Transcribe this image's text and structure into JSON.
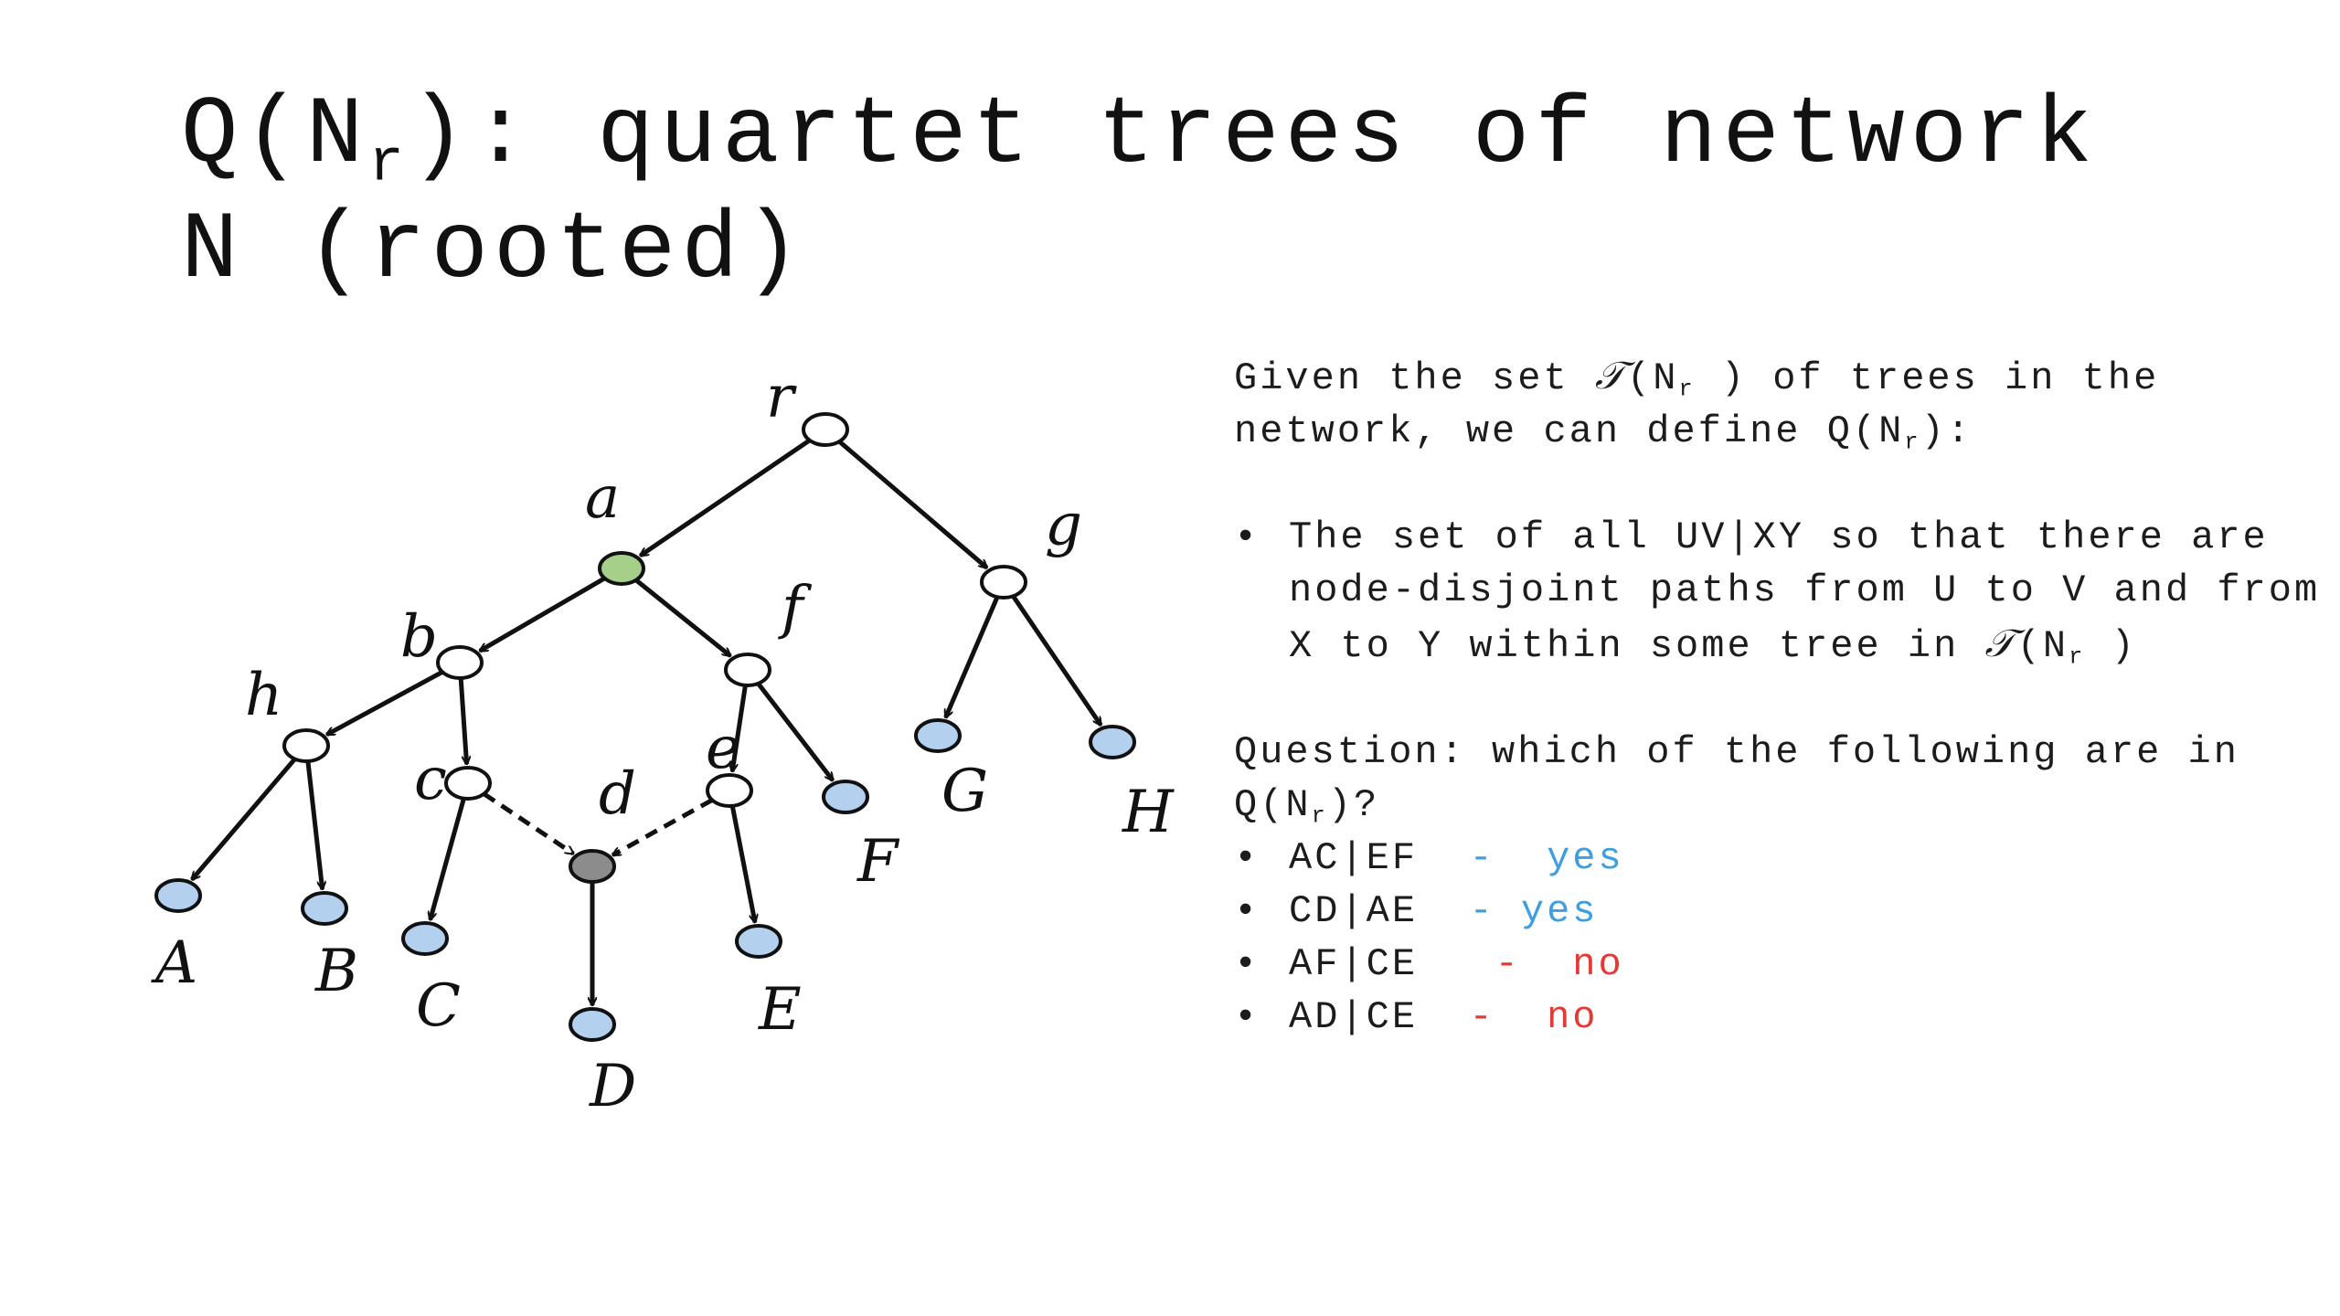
{
  "title": {
    "prefix": "Q(N",
    "sub": "r",
    "rest_line1": "): quartet trees of network",
    "line2": "N (rooted)"
  },
  "intro": {
    "p1_a": "Given the set ",
    "p1_T": "𝒯",
    "p1_b": "(N",
    "p1_sub": "r",
    "p1_c": " ) of trees in the network, we can define Q(N",
    "p1_sub2": "r",
    "p1_d": "):"
  },
  "bullet1": {
    "a": "The set of all  UV|XY so that there are node-disjoint paths from U to V and from X to Y within some tree in ",
    "T": "𝒯",
    "b": "(N",
    "sub": "r",
    "c": " )"
  },
  "question": {
    "a": "Question:  which of the following are in Q(N",
    "sub": "r",
    "b": ")?"
  },
  "answers": [
    {
      "q": "AC|EF",
      "sep": "  -  ",
      "ans": "yes",
      "kind": "yes"
    },
    {
      "q": "CD|AE",
      "sep": "  - ",
      "ans": "yes",
      "kind": "yes"
    },
    {
      "q": "AF|CE",
      "sep": "   -  ",
      "ans": "no",
      "kind": "no"
    },
    {
      "q": "AD|CE",
      "sep": "  -  ",
      "ans": "no",
      "kind": "no"
    }
  ],
  "diagram": {
    "nodes": [
      {
        "id": "r",
        "label": "r",
        "fill": "#ffffff"
      },
      {
        "id": "a",
        "label": "a",
        "fill": "#a6d08a"
      },
      {
        "id": "g",
        "label": "g",
        "fill": "#ffffff"
      },
      {
        "id": "b",
        "label": "b",
        "fill": "#ffffff"
      },
      {
        "id": "f",
        "label": "f",
        "fill": "#ffffff"
      },
      {
        "id": "h",
        "label": "h",
        "fill": "#ffffff"
      },
      {
        "id": "c",
        "label": "c",
        "fill": "#ffffff"
      },
      {
        "id": "e",
        "label": "e",
        "fill": "#ffffff"
      },
      {
        "id": "d",
        "label": "d",
        "fill": "#8c8c8c"
      },
      {
        "id": "A",
        "label": "A",
        "fill": "#b3d1ef"
      },
      {
        "id": "B",
        "label": "B",
        "fill": "#b3d1ef"
      },
      {
        "id": "C",
        "label": "C",
        "fill": "#b3d1ef"
      },
      {
        "id": "D",
        "label": "D",
        "fill": "#b3d1ef"
      },
      {
        "id": "E",
        "label": "E",
        "fill": "#b3d1ef"
      },
      {
        "id": "F",
        "label": "F",
        "fill": "#b3d1ef"
      },
      {
        "id": "G",
        "label": "G",
        "fill": "#b3d1ef"
      },
      {
        "id": "H",
        "label": "H",
        "fill": "#b3d1ef"
      }
    ],
    "edges": [
      {
        "from": "r",
        "to": "a",
        "style": "solid"
      },
      {
        "from": "r",
        "to": "g",
        "style": "solid"
      },
      {
        "from": "a",
        "to": "b",
        "style": "solid"
      },
      {
        "from": "a",
        "to": "f",
        "style": "solid"
      },
      {
        "from": "b",
        "to": "h",
        "style": "solid"
      },
      {
        "from": "b",
        "to": "c",
        "style": "solid"
      },
      {
        "from": "h",
        "to": "A",
        "style": "solid"
      },
      {
        "from": "h",
        "to": "B",
        "style": "solid"
      },
      {
        "from": "c",
        "to": "C",
        "style": "solid"
      },
      {
        "from": "c",
        "to": "d",
        "style": "dashed"
      },
      {
        "from": "f",
        "to": "e",
        "style": "solid"
      },
      {
        "from": "f",
        "to": "F",
        "style": "solid"
      },
      {
        "from": "e",
        "to": "d",
        "style": "dashed"
      },
      {
        "from": "e",
        "to": "E",
        "style": "solid"
      },
      {
        "from": "d",
        "to": "D",
        "style": "solid"
      },
      {
        "from": "g",
        "to": "G",
        "style": "solid"
      },
      {
        "from": "g",
        "to": "H",
        "style": "solid"
      }
    ]
  }
}
